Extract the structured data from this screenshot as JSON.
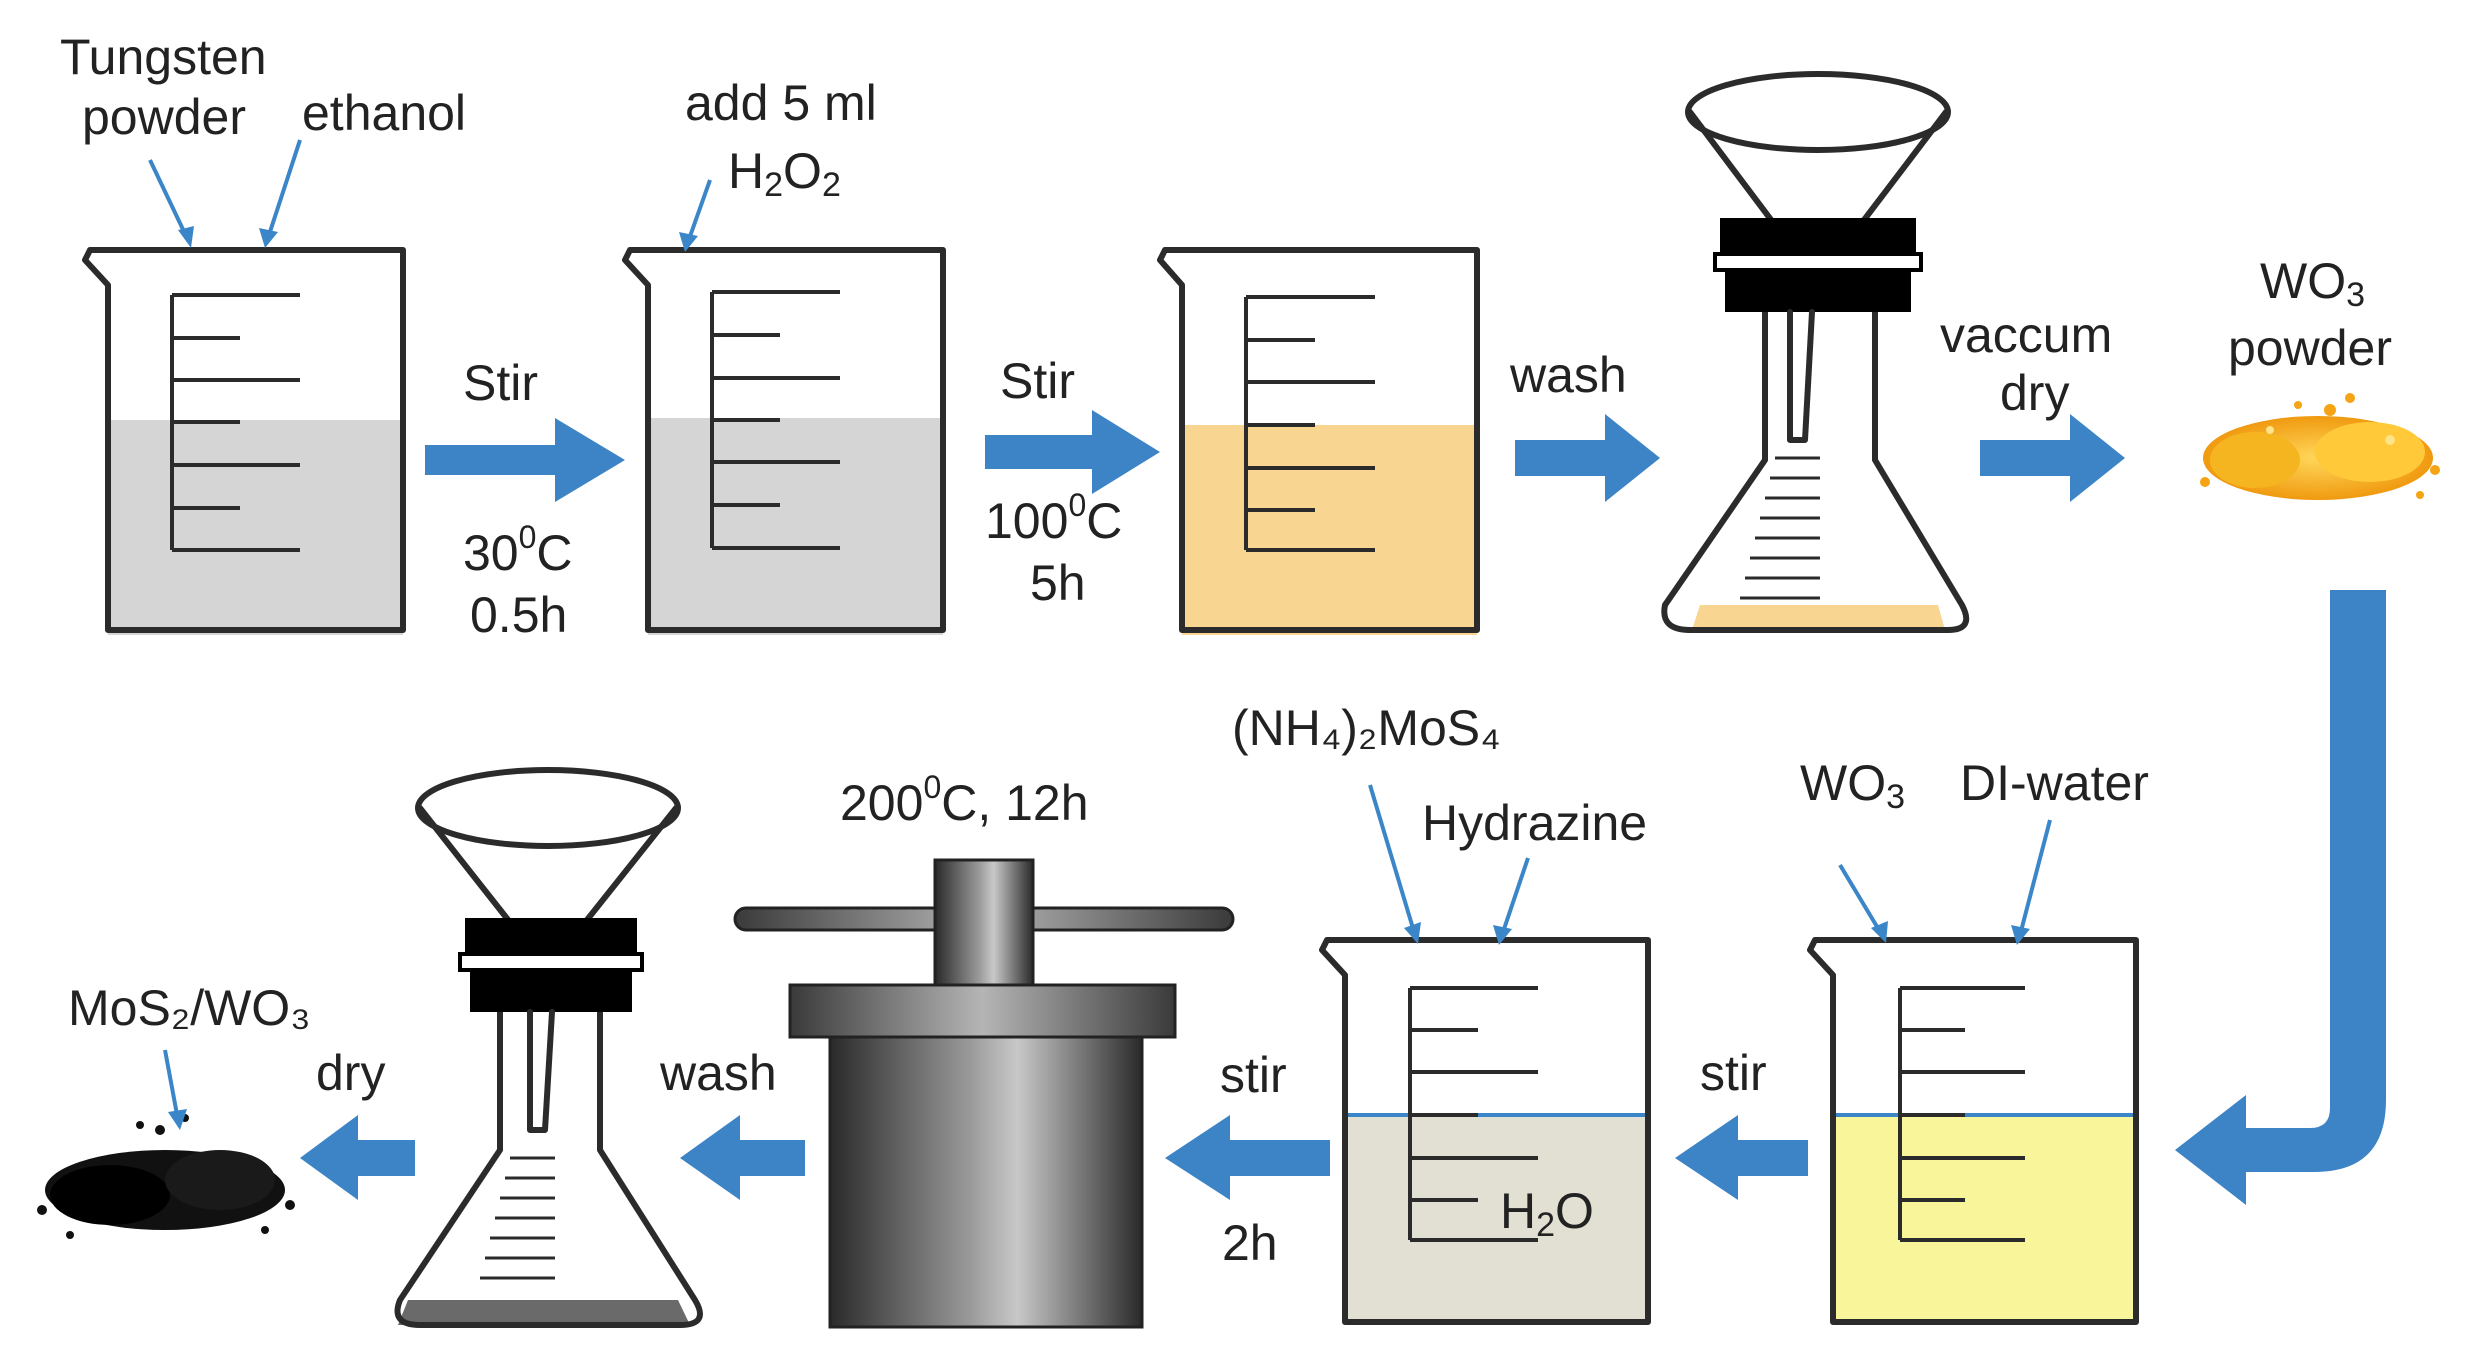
{
  "labels": {
    "tungsten_powder": [
      "Tungsten",
      "powder"
    ],
    "ethanol": "ethanol",
    "add_h2o2": "add 5 ml",
    "h2o2": {
      "main": "H",
      "sub1": "2",
      "mid": "O",
      "sub2": "2"
    },
    "stir_1": "Stir",
    "cond_1_temp": {
      "num": "30",
      "sup": "0",
      "unit": "C"
    },
    "cond_1_time": "0.5h",
    "stir_2": "Stir",
    "cond_2_temp": {
      "num": "100",
      "sup": "0",
      "unit": "C"
    },
    "cond_2_time": "5h",
    "wash_1": "wash",
    "vacuum_dry": [
      "vaccum",
      "dry"
    ],
    "wo3_powder": {
      "main": "WO",
      "sub": "3",
      "line2": "powder"
    },
    "ammonium": "(NH₄)₂MoS₄",
    "hydrazine": "Hydrazine",
    "wo3": {
      "main": "WO",
      "sub": "3"
    },
    "di_water": "DI-water",
    "h2o": {
      "main": "H",
      "sub": "2",
      "end": "O"
    },
    "stir_3": "stir",
    "stir_4": "stir",
    "stir_4_time": "2h",
    "autoclave_cond": {
      "num": "200",
      "sup": "0",
      "rest": "C, 12h"
    },
    "wash_2": "wash",
    "dry": "dry",
    "product": "MoS₂/WO₃"
  },
  "colors": {
    "arrow": "#3c84c6",
    "pointer": "#3a86c8",
    "liquid_gray": "#d5d5d5",
    "liquid_orange": "#f8d590",
    "liquid_yellow": "#f8f59b",
    "liquid_beige": "#e2e0d2",
    "autoclave_dark": "#3a3a3a",
    "powder_gold": "#f2a81b",
    "powder_black": "#111111"
  },
  "icons": {
    "beaker": "beaker-icon",
    "funnel_flask": "funnel-flask-icon",
    "autoclave": "autoclave-icon",
    "arrow": "arrow-right-icon"
  }
}
